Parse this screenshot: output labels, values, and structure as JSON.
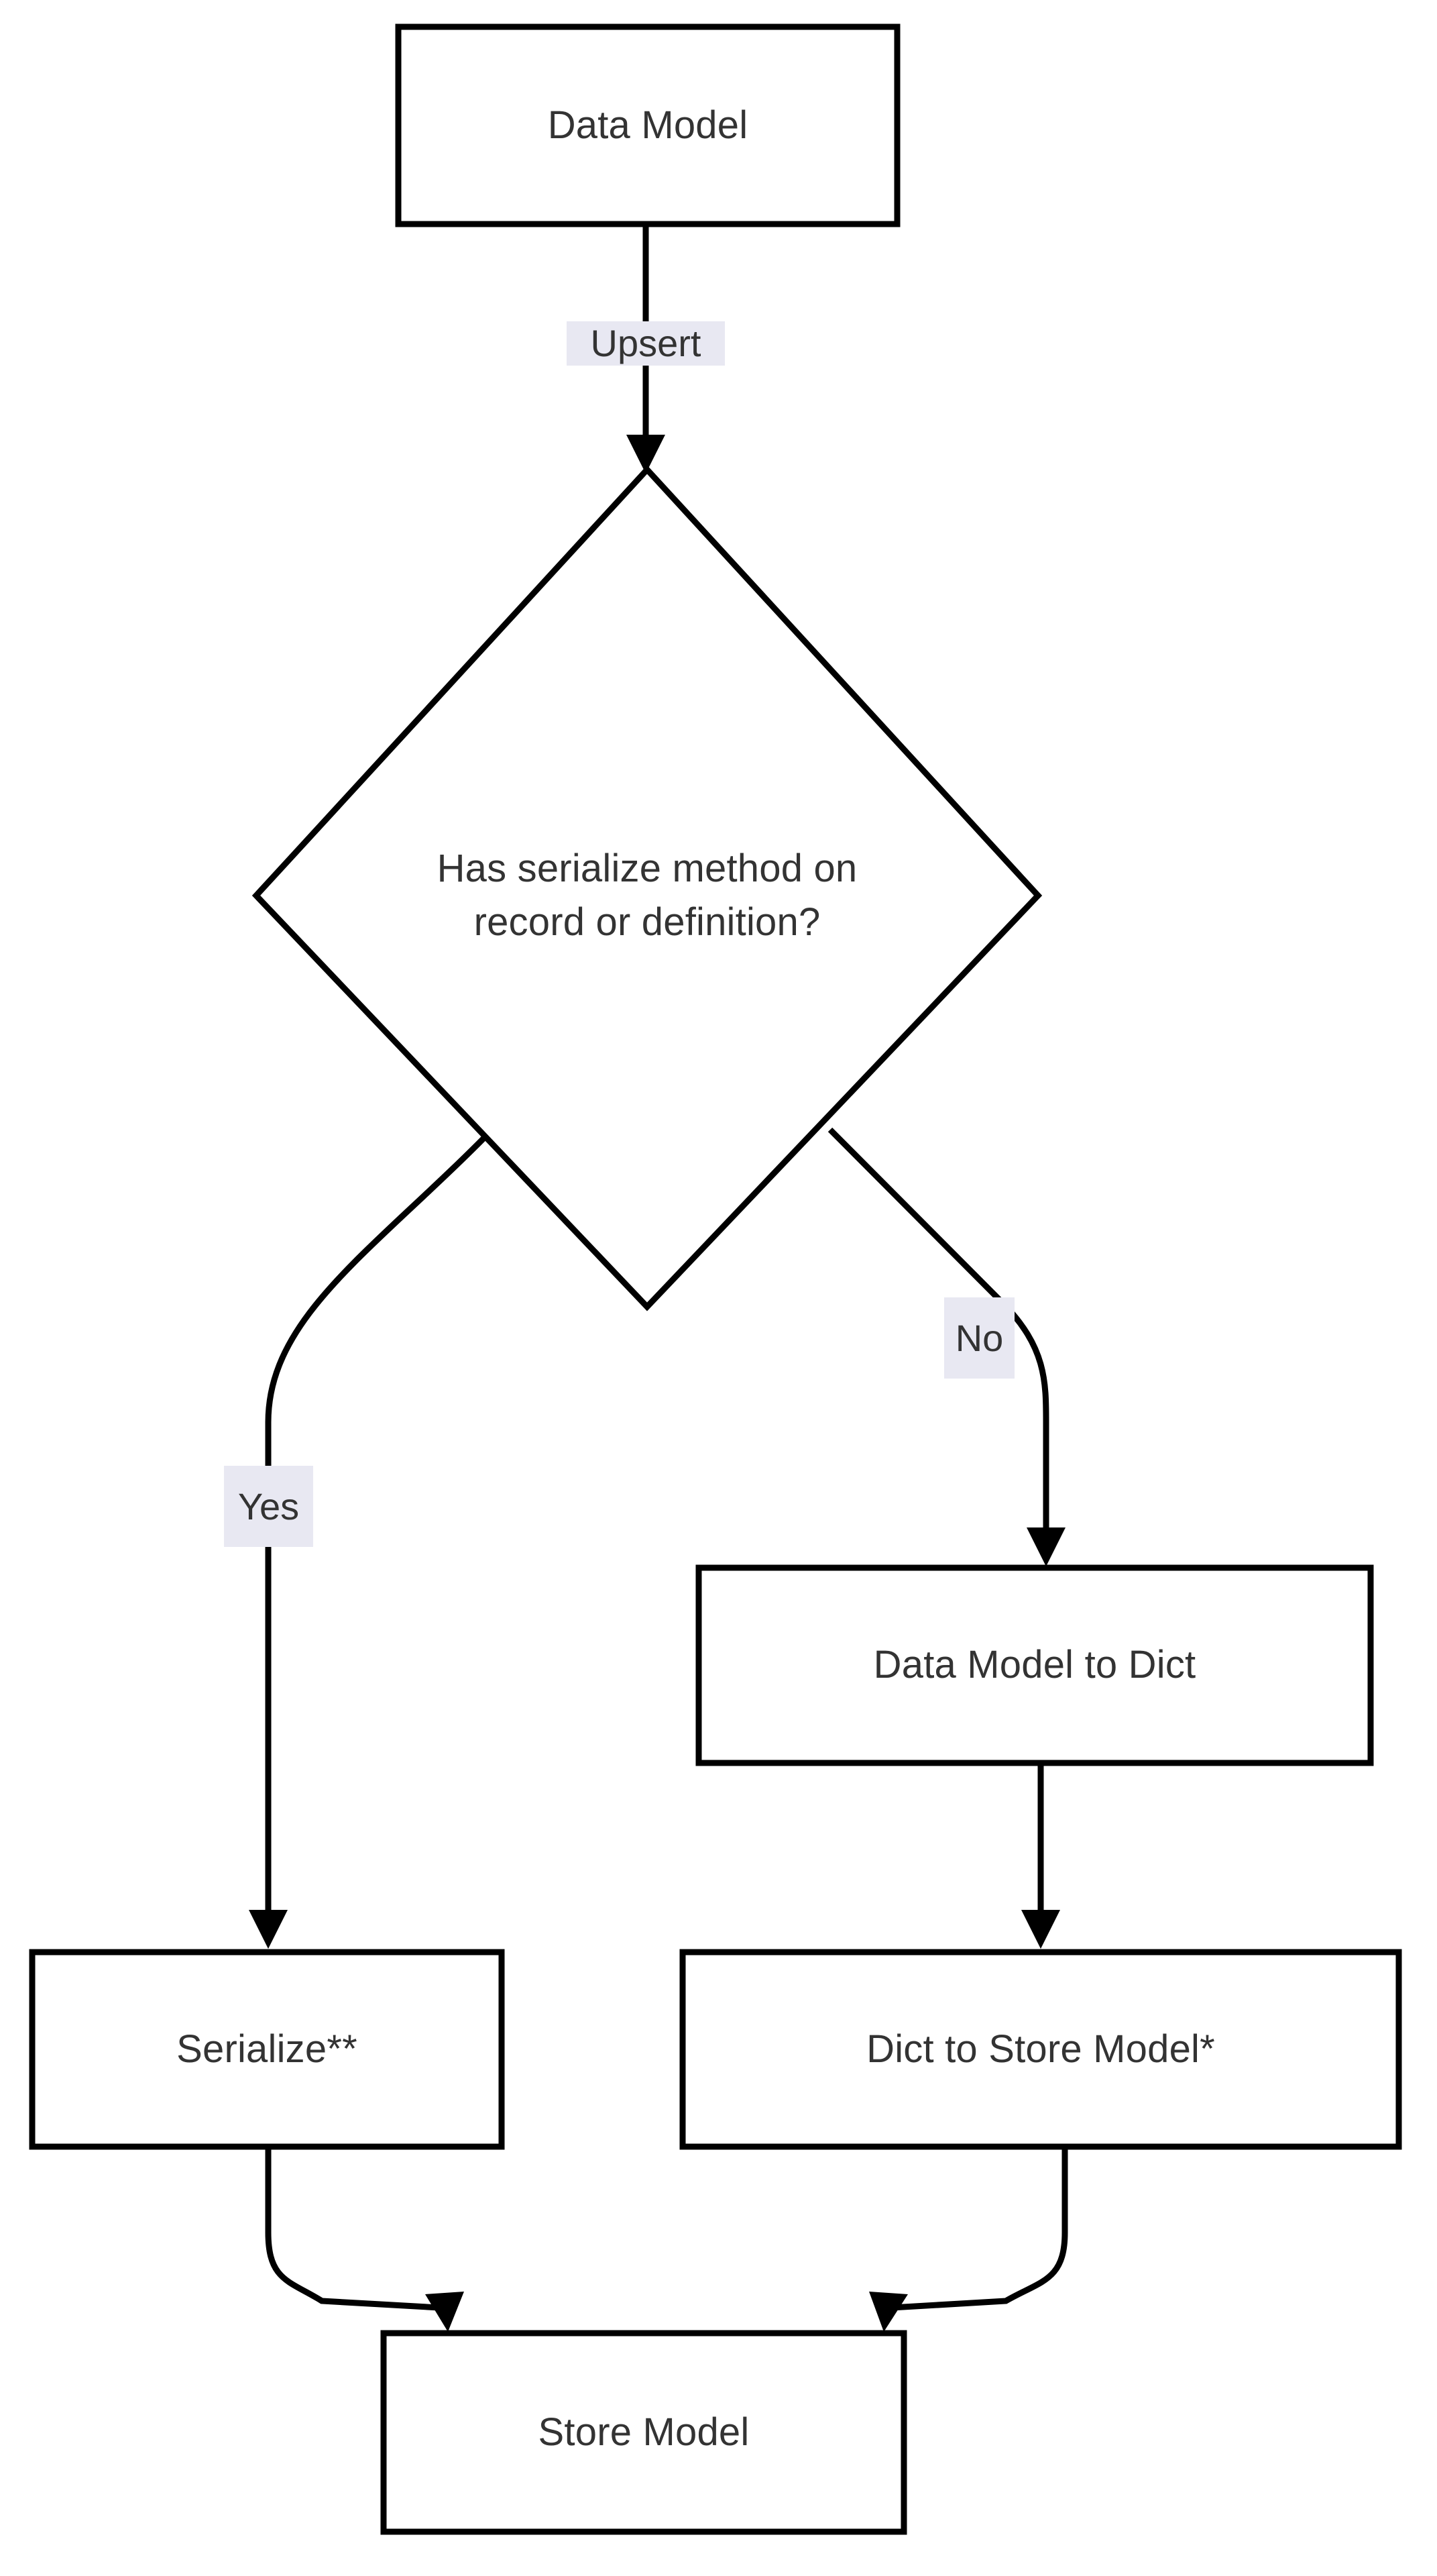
{
  "diagram": {
    "type": "flowchart",
    "orientation": "top-to-bottom",
    "background_color": "#ffffff",
    "node_fill_color": "#ffffff",
    "node_stroke_color": "#000000",
    "text_color": "#333333",
    "edge_label_background_color": "#e8e8f2"
  },
  "nodes": [
    {
      "id": "data-model",
      "shape": "rectangle",
      "label": "Data Model"
    },
    {
      "id": "has-serialize-decision",
      "shape": "diamond",
      "label": "Has serialize method on\nrecord or definition?",
      "line1": "Has serialize method on",
      "line2": "record or definition?"
    },
    {
      "id": "data-model-to-dict",
      "shape": "rectangle",
      "label": "Data Model to Dict"
    },
    {
      "id": "serialize",
      "shape": "rectangle",
      "label": "Serialize**"
    },
    {
      "id": "dict-to-store-model",
      "shape": "rectangle",
      "label": "Dict to Store Model*"
    },
    {
      "id": "store-model",
      "shape": "rectangle",
      "label": "Store Model"
    }
  ],
  "edges": [
    {
      "id": "edge-upsert",
      "from": "data-model",
      "to": "has-serialize-decision",
      "label": "Upsert"
    },
    {
      "id": "edge-yes",
      "from": "has-serialize-decision",
      "to": "serialize",
      "label": "Yes"
    },
    {
      "id": "edge-no",
      "from": "has-serialize-decision",
      "to": "data-model-to-dict",
      "label": "No"
    },
    {
      "id": "edge-dict-to-store",
      "from": "data-model-to-dict",
      "to": "dict-to-store-model",
      "label": ""
    },
    {
      "id": "edge-serialize-to-store-model",
      "from": "serialize",
      "to": "store-model",
      "label": ""
    },
    {
      "id": "edge-dict-store-to-store-model",
      "from": "dict-to-store-model",
      "to": "store-model",
      "label": ""
    }
  ]
}
